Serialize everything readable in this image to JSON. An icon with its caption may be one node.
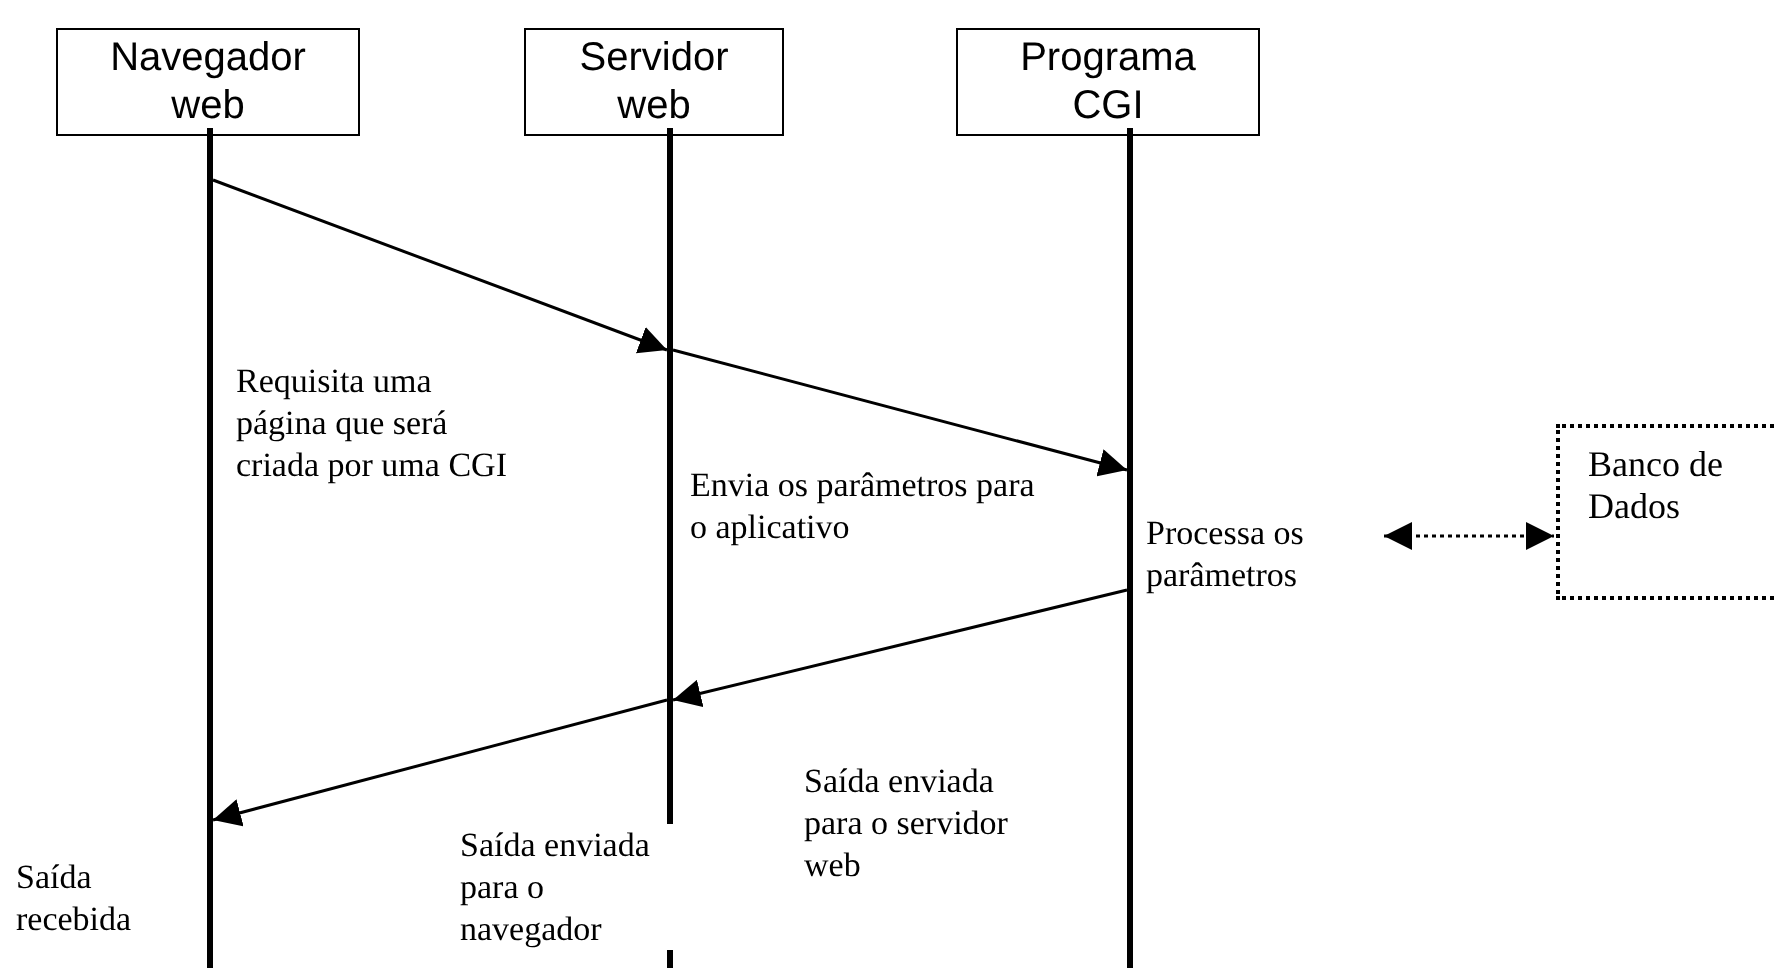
{
  "diagram": {
    "nodes": [
      {
        "text": [
          "Navegador web"
        ]
      },
      {
        "text": [
          "Servidor web"
        ]
      },
      {
        "text": [
          "Programa CGI"
        ]
      },
      {
        "text": [
          "Banco de Dados"
        ]
      },
      {
        "text": [
          "Processa os parâmetros"
        ]
      }
    ],
    "edges": [
      {
        "from": 0,
        "to": 1,
        "arrow": "to",
        "label": "Requisita uma página que será criada por uma CGI"
      },
      {
        "from": 1,
        "to": 2,
        "arrow": "to",
        "label": "Envia os parâmetros para o aplicativo"
      },
      {
        "from": 4,
        "to": 3,
        "arrow": "both",
        "style": "dashed"
      },
      {
        "from": 2,
        "to": 1,
        "arrow": "to",
        "label": "Saída enviada para o servidor web"
      },
      {
        "from": 1,
        "to": 0,
        "arrow": "to",
        "label": "Saída enviada para o navegador"
      }
    ],
    "labels": [
      "Saída recebida"
    ]
  }
}
